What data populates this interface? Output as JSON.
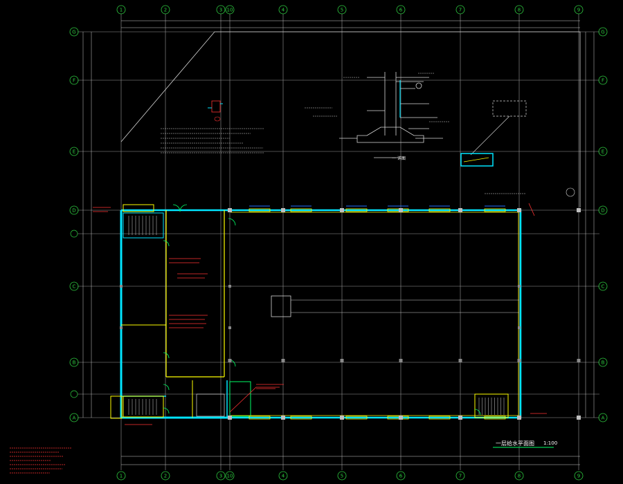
{
  "drawing": {
    "title": "一层给水平面图",
    "scale": "1:100",
    "detail_title": "一 详图",
    "top_axes": [
      "1",
      "2",
      "3",
      "10",
      "4",
      "5",
      "6",
      "7",
      "8",
      "9"
    ],
    "left_axes": [
      "G",
      "F",
      "E",
      "D",
      "C",
      "B",
      "A"
    ],
    "colors": {
      "background": "#000000",
      "grid": "#d0d0d0",
      "axis_bubble": "#2ecc40",
      "wall": "#00e5ff",
      "wall_accent": "#ffff00",
      "door": "#00ff66",
      "pipe": "#ff3333",
      "dimension": "#1f6fff",
      "title_underline": "#00ff66"
    }
  }
}
